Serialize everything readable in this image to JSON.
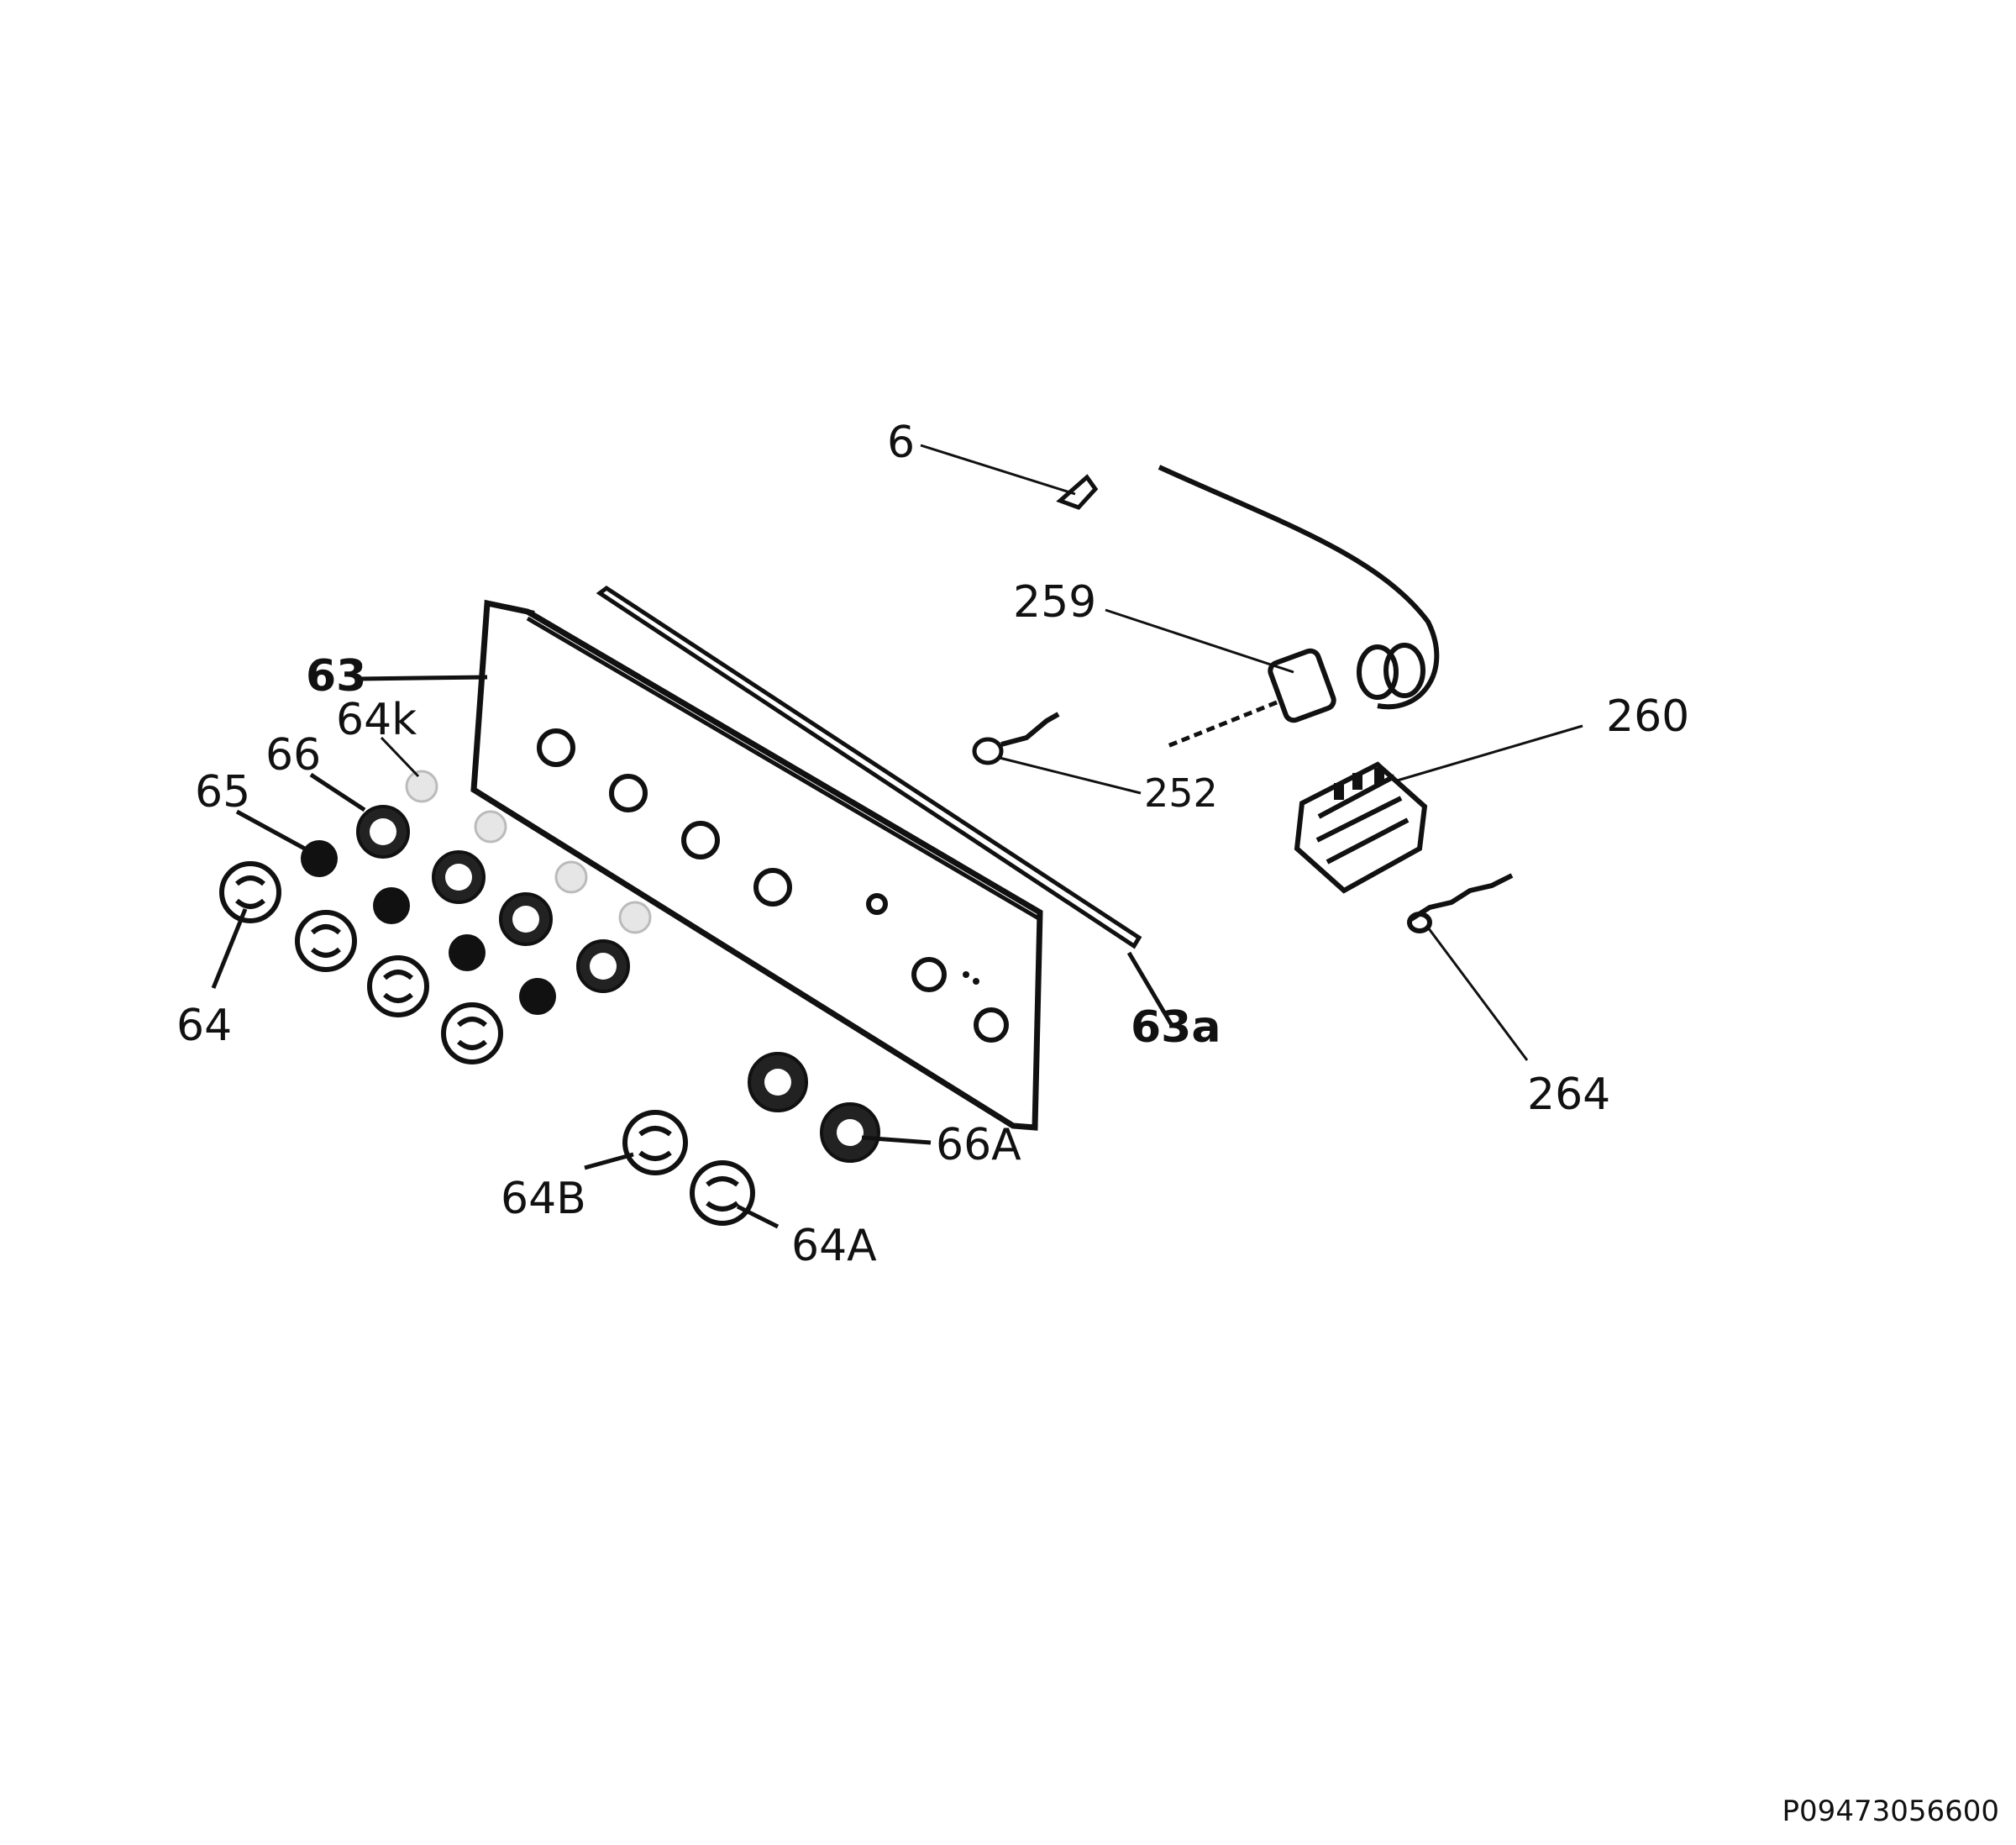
{
  "labels": {
    "p6": "6",
    "p259": "259",
    "p260": "260",
    "p252": "252",
    "p264": "264",
    "p63": "63",
    "p63a": "63a",
    "p64k": "64k",
    "p66": "66",
    "p65": "65",
    "p64": "64",
    "p66A": "66A",
    "p64B": "64B",
    "p64A": "64A"
  },
  "reference_code": "P09473056600"
}
